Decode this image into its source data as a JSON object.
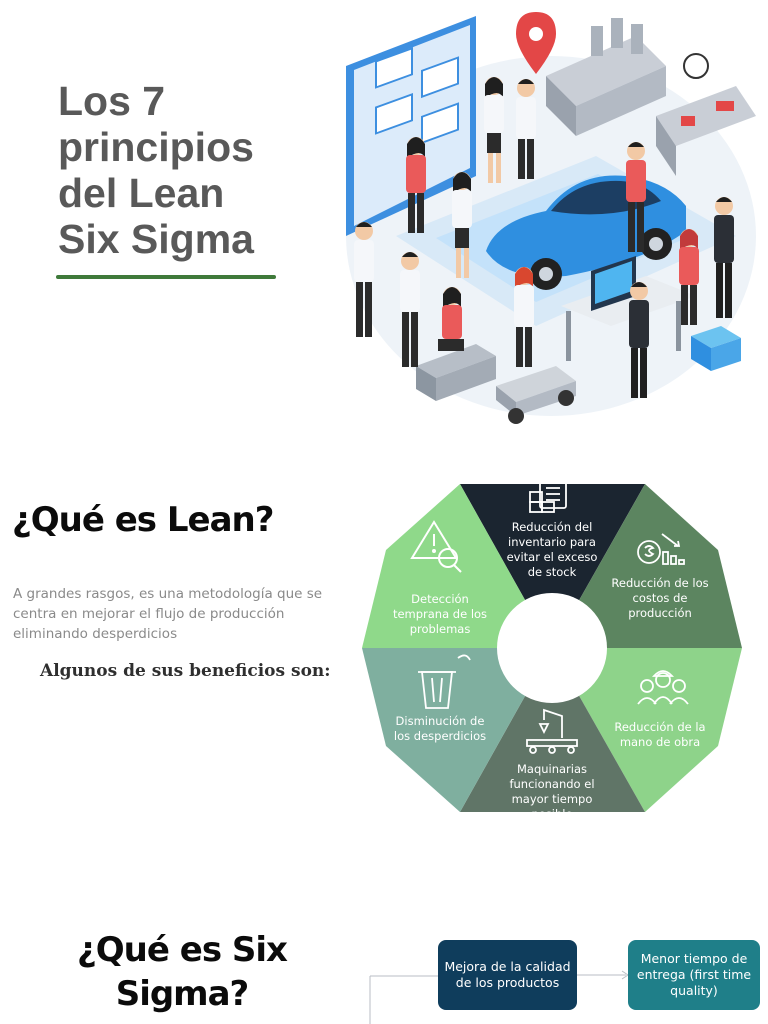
{
  "slide1": {
    "title_lines": [
      "Los 7",
      "principios",
      "del Lean",
      "Six Sigma"
    ],
    "image_icon": "lean-factory-illustration",
    "accent_color": "#3f7a3a"
  },
  "slide2": {
    "heading": "¿Qué es Lean?",
    "description": "A grandes rasgos, es una metodología que se centra en mejorar el flujo de producción eliminando desperdicios",
    "benefits_label": "Algunos de sus beneficios son:",
    "wheel": [
      {
        "text": "Reducción del inventario para evitar el exceso de stock",
        "icon": "inventory-clipboard-icon",
        "color": "#1b2530"
      },
      {
        "text": "Reducción de los costos de producción",
        "icon": "cost-reduction-chart-icon",
        "color": "#5c8560"
      },
      {
        "text": "Reducción de la mano de obra",
        "icon": "workers-group-icon",
        "color": "#8ed38a"
      },
      {
        "text": "Maquinarias funcionando el mayor tiempo posible",
        "icon": "robotic-arm-icon",
        "color": "#607567"
      },
      {
        "text": "Disminución de los desperdicios",
        "icon": "trash-can-icon",
        "color": "#7faf9f"
      },
      {
        "text": "Detección temprana de los problemas",
        "icon": "warning-search-icon",
        "color": "#8fd98a"
      }
    ]
  },
  "slide3": {
    "heading": "¿Qué es Six Sigma?",
    "boxes": [
      {
        "text": "Mejora de la calidad de los productos",
        "color": "#0f3d5c"
      },
      {
        "text": "Menor tiempo de entrega (first time quality)",
        "color": "#1f7f89"
      }
    ]
  }
}
